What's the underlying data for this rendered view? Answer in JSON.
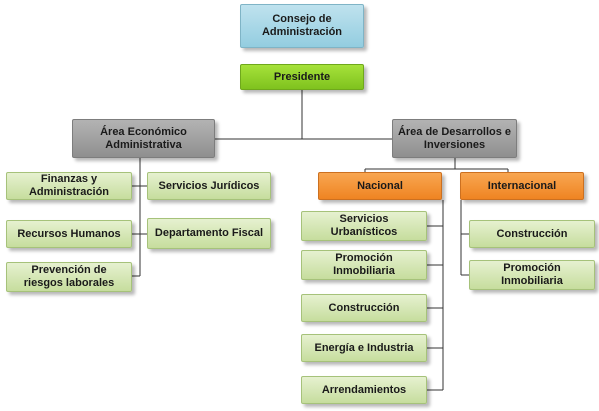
{
  "board": "Consejo de Administración",
  "president": "Presidente",
  "areas": {
    "economic": "Área Económico Administrativa",
    "development": "Área de Desarrollos e Inversiones"
  },
  "economic_units": {
    "finance": "Finanzas y Administración",
    "human_resources": "Recursos Humanos",
    "risk_prevention": "Prevención de riesgos laborales",
    "legal": "Servicios Jurídicos",
    "tax": "Departamento Fiscal"
  },
  "divisions": {
    "national": "Nacional",
    "international": "Internacional"
  },
  "national_units": {
    "urban_services": "Servicios Urbanísticos",
    "real_estate": "Promoción Inmobiliaria",
    "construction": "Construcción",
    "energy": "Energía e Industria",
    "leasing": "Arrendamientos"
  },
  "international_units": {
    "construction": "Construcción",
    "real_estate": "Promoción Inmobiliaria"
  },
  "colors": {
    "board": "#a9d8e8",
    "president": "#92d22c",
    "area": "#a6a6a6",
    "division": "#f39438",
    "unit": "#d7e7b8",
    "connector": "#333333"
  }
}
